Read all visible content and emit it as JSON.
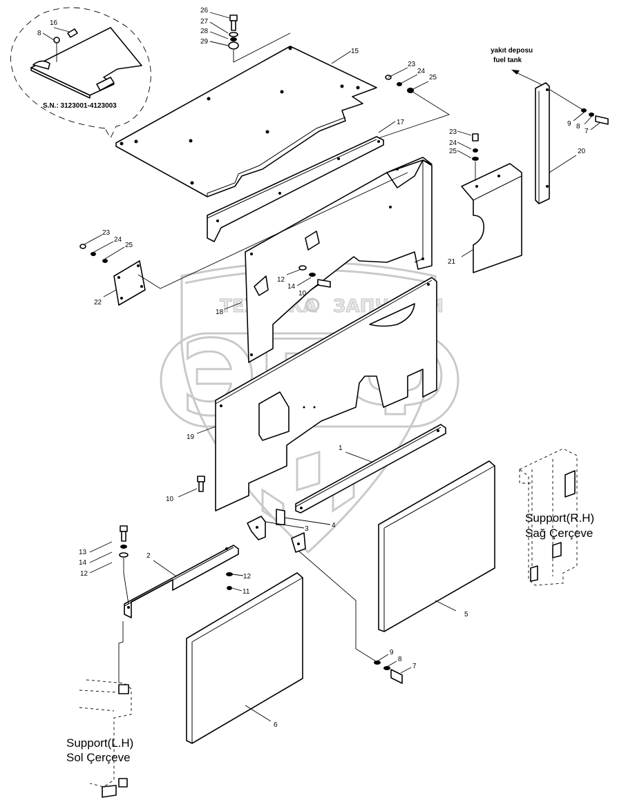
{
  "watermark": {
    "left_word": "ТЕХНИКА",
    "right_word": "ЗАПЧАСТИ",
    "monogram": "ЭПФ"
  },
  "callouts": {
    "n1": "1",
    "n2": "2",
    "n3": "3",
    "n4": "4",
    "n5": "5",
    "n6": "6",
    "n7a": "7",
    "n7b": "7",
    "n8a": "8",
    "n8b": "8",
    "n8c": "8",
    "n9a": "9",
    "n9b": "9",
    "n10a": "10",
    "n10b": "10",
    "n11": "11",
    "n12a": "12",
    "n12b": "12",
    "n12c": "12",
    "n13": "13",
    "n14a": "14",
    "n14b": "14",
    "n15": "15",
    "n16": "16",
    "n17": "17",
    "n18": "18",
    "n19": "19",
    "n20": "20",
    "n21": "21",
    "n22": "22",
    "n23a": "23",
    "n23b": "23",
    "n23c": "23",
    "n24a": "24",
    "n24b": "24",
    "n24c": "24",
    "n25a": "25",
    "n25b": "25",
    "n25c": "25",
    "n26": "26",
    "n27": "27",
    "n28": "28",
    "n29": "29"
  },
  "notes": {
    "serial": "S.N.: 3123001-4123003",
    "fuel_tank_tr": "yakıt deposu",
    "fuel_tank_en": "fuel tank",
    "support_rh_en": "Support(R.H)",
    "support_rh_tr": "Sağ Çerçeve",
    "support_lh_en": "Support(L.H)",
    "support_lh_tr": "Sol Çerçeve"
  }
}
